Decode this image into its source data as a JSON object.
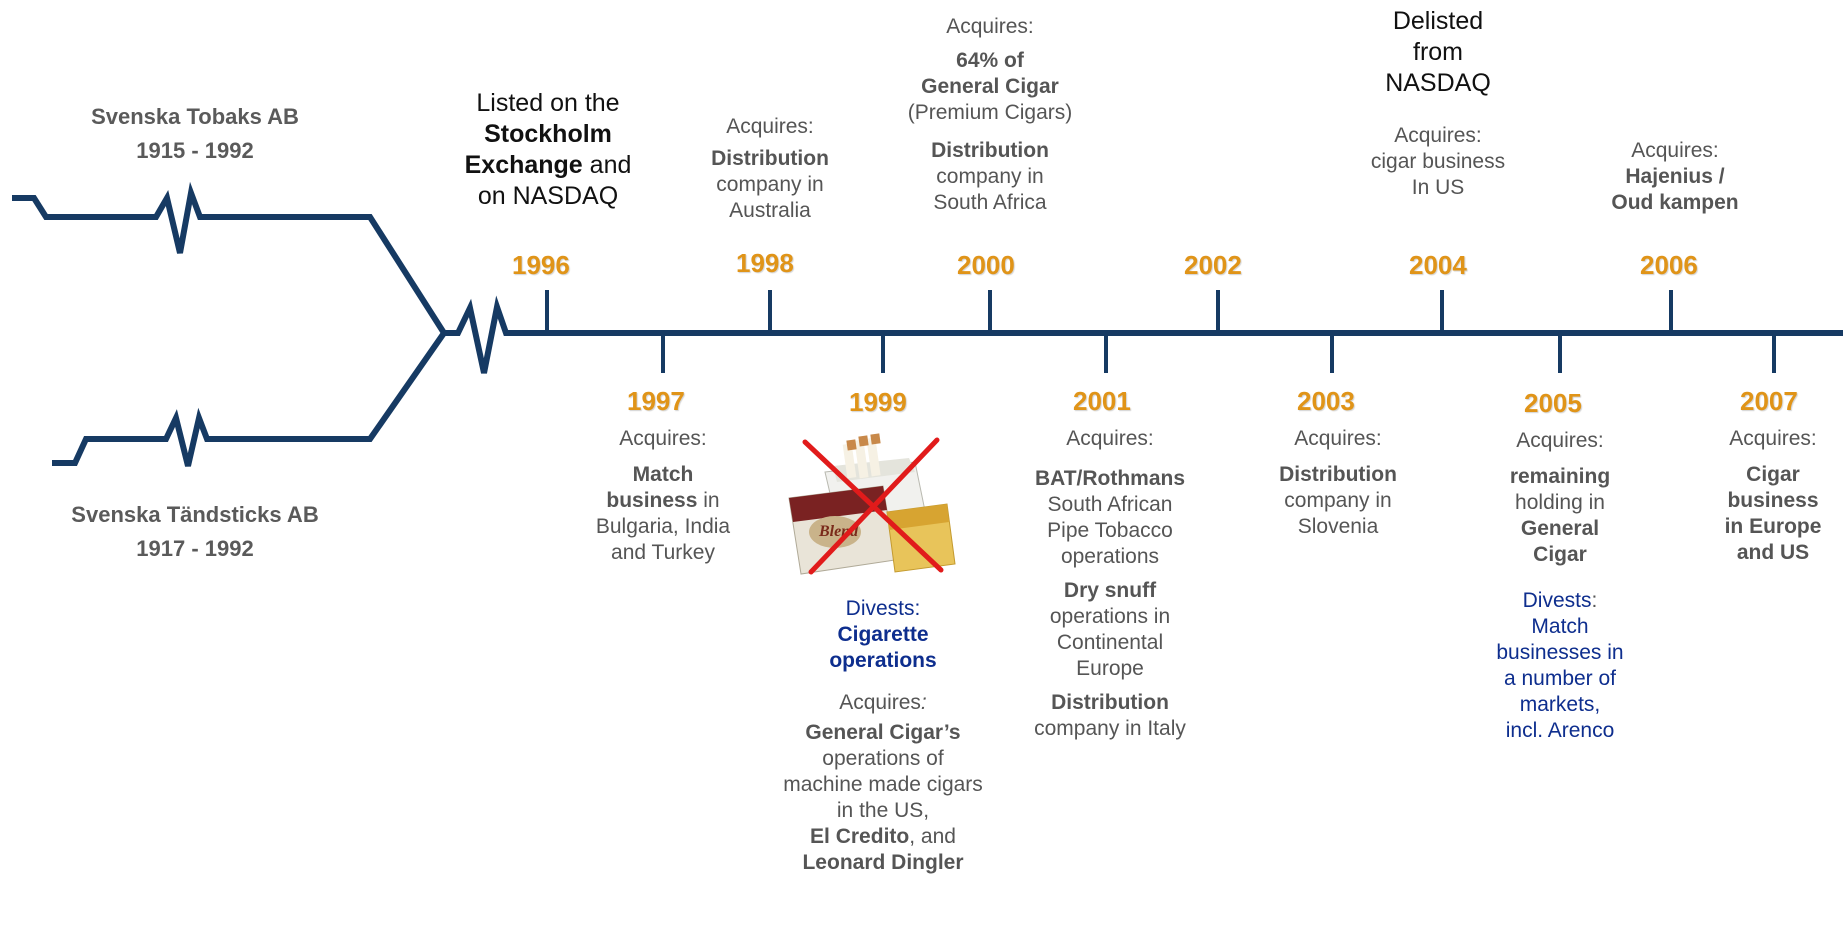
{
  "colors": {
    "line": "#163A63",
    "year": "#E09418",
    "text": "#555555",
    "divest": "#0E2E8E",
    "cross": "#E11B1B"
  },
  "origins": {
    "tobaks": {
      "name": "Svenska Tobaks AB",
      "years": "1915 - 1992"
    },
    "tandsticks": {
      "name": "Svenska Tändsticks AB",
      "years": "1917 - 1992"
    }
  },
  "events": {
    "y1996": {
      "year": "1996",
      "l1": "Listed on the",
      "l2": "Stockholm",
      "l3a": "Exchange",
      "l3b": " and",
      "l4": "on NASDAQ"
    },
    "y1997": {
      "year": "1997",
      "head": "Acquires:",
      "b1": "Match",
      "b2": "business",
      "t2": " in",
      "l3": "Bulgaria, India",
      "l4": "and Turkey"
    },
    "y1998": {
      "year": "1998",
      "head": "Acquires:",
      "b1": "Distribution",
      "l2": "company in",
      "l3": "Australia"
    },
    "y1999": {
      "year": "1999",
      "image": "crossed-out-cigarette-pack",
      "div_head": "Divests:",
      "div_b1": "Cigarette",
      "div_b2": "operations",
      "acq_head": "Acquires",
      "acq_colon": ":",
      "a_b1": "General Cigar’s",
      "a_l2": "operations of",
      "a_l3": "machine made cigars",
      "a_l4": "in the US,",
      "a_b5": "El Credito",
      "a_t5": ", and",
      "a_b6": "Leonard Dingler"
    },
    "y2000": {
      "year": "2000",
      "head": "Acquires:",
      "b1": "64% of",
      "b2": "General Cigar",
      "l3": "(Premium Cigars)",
      "b4": "Distribution",
      "l5": "company in",
      "l6": "South Africa"
    },
    "y2001": {
      "year": "2001",
      "head": "Acquires:",
      "b1": "BAT/Rothmans",
      "l2": "South African",
      "l3": "Pipe Tobacco",
      "l4": "operations",
      "b5": "Dry snuff",
      "l6": "operations in",
      "l7": "Continental",
      "l8": "Europe",
      "b9": "Distribution",
      "l10": "company in Italy"
    },
    "y2002": {
      "year": "2002"
    },
    "y2003": {
      "year": "2003",
      "head": "Acquires:",
      "b1": "Distribution",
      "l2": "company in",
      "l3": "Slovenia"
    },
    "y2004": {
      "year": "2004",
      "d1": "Delisted",
      "d2": "from",
      "d3": "NASDAQ",
      "head": "Acquires:",
      "l2": "cigar business",
      "l3": "In US"
    },
    "y2005": {
      "year": "2005",
      "head": "Acquires:",
      "b1": "remaining",
      "l2": "holding in",
      "b3": "General",
      "b4": "Cigar",
      "div_head": "Divests",
      "div_colon": ":",
      "v1": "Match",
      "v2": "businesses in",
      "v3": "a number of",
      "v4": "markets,",
      "v5": "incl. Arenco"
    },
    "y2006": {
      "year": "2006",
      "head": "Acquires:",
      "b1": "Hajenius /",
      "b2": "Oud kampen"
    },
    "y2007": {
      "year": "2007",
      "head": "Acquires:",
      "b1": "Cigar",
      "b2": "business",
      "b3": "in Europe",
      "b4": "and US"
    }
  }
}
